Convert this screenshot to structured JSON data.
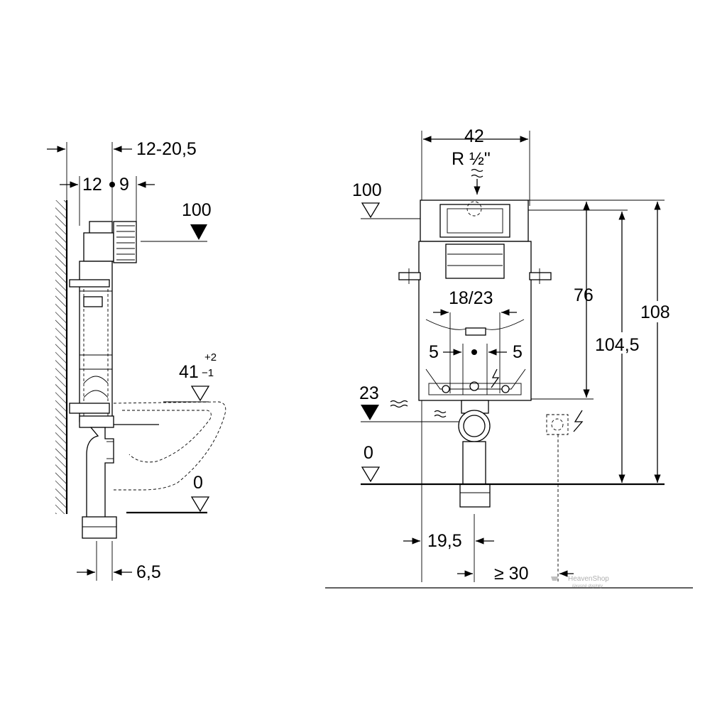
{
  "side_view": {
    "dim_top": "12-20,5",
    "dim_12": "12",
    "dim_9": "9",
    "level_100": "100",
    "level_41": "41",
    "level_41_tol_plus": "+2",
    "level_41_tol_minus": "−1",
    "level_0": "0",
    "dim_bottom": "6,5"
  },
  "front_view": {
    "dim_width": "42",
    "connection": "R ½\"",
    "level_100": "100",
    "dim_76": "76",
    "dim_104_5": "104,5",
    "dim_108": "108",
    "dim_18_23": "18/23",
    "dim_5_left": "5",
    "dim_5_right": "5",
    "level_23": "23",
    "level_0": "0",
    "dim_19_5": "19,5",
    "dim_ge_30": "≥ 30"
  },
  "watermark": {
    "brand": "HeavenShop",
    "tagline": "lúxusné doplnky"
  }
}
